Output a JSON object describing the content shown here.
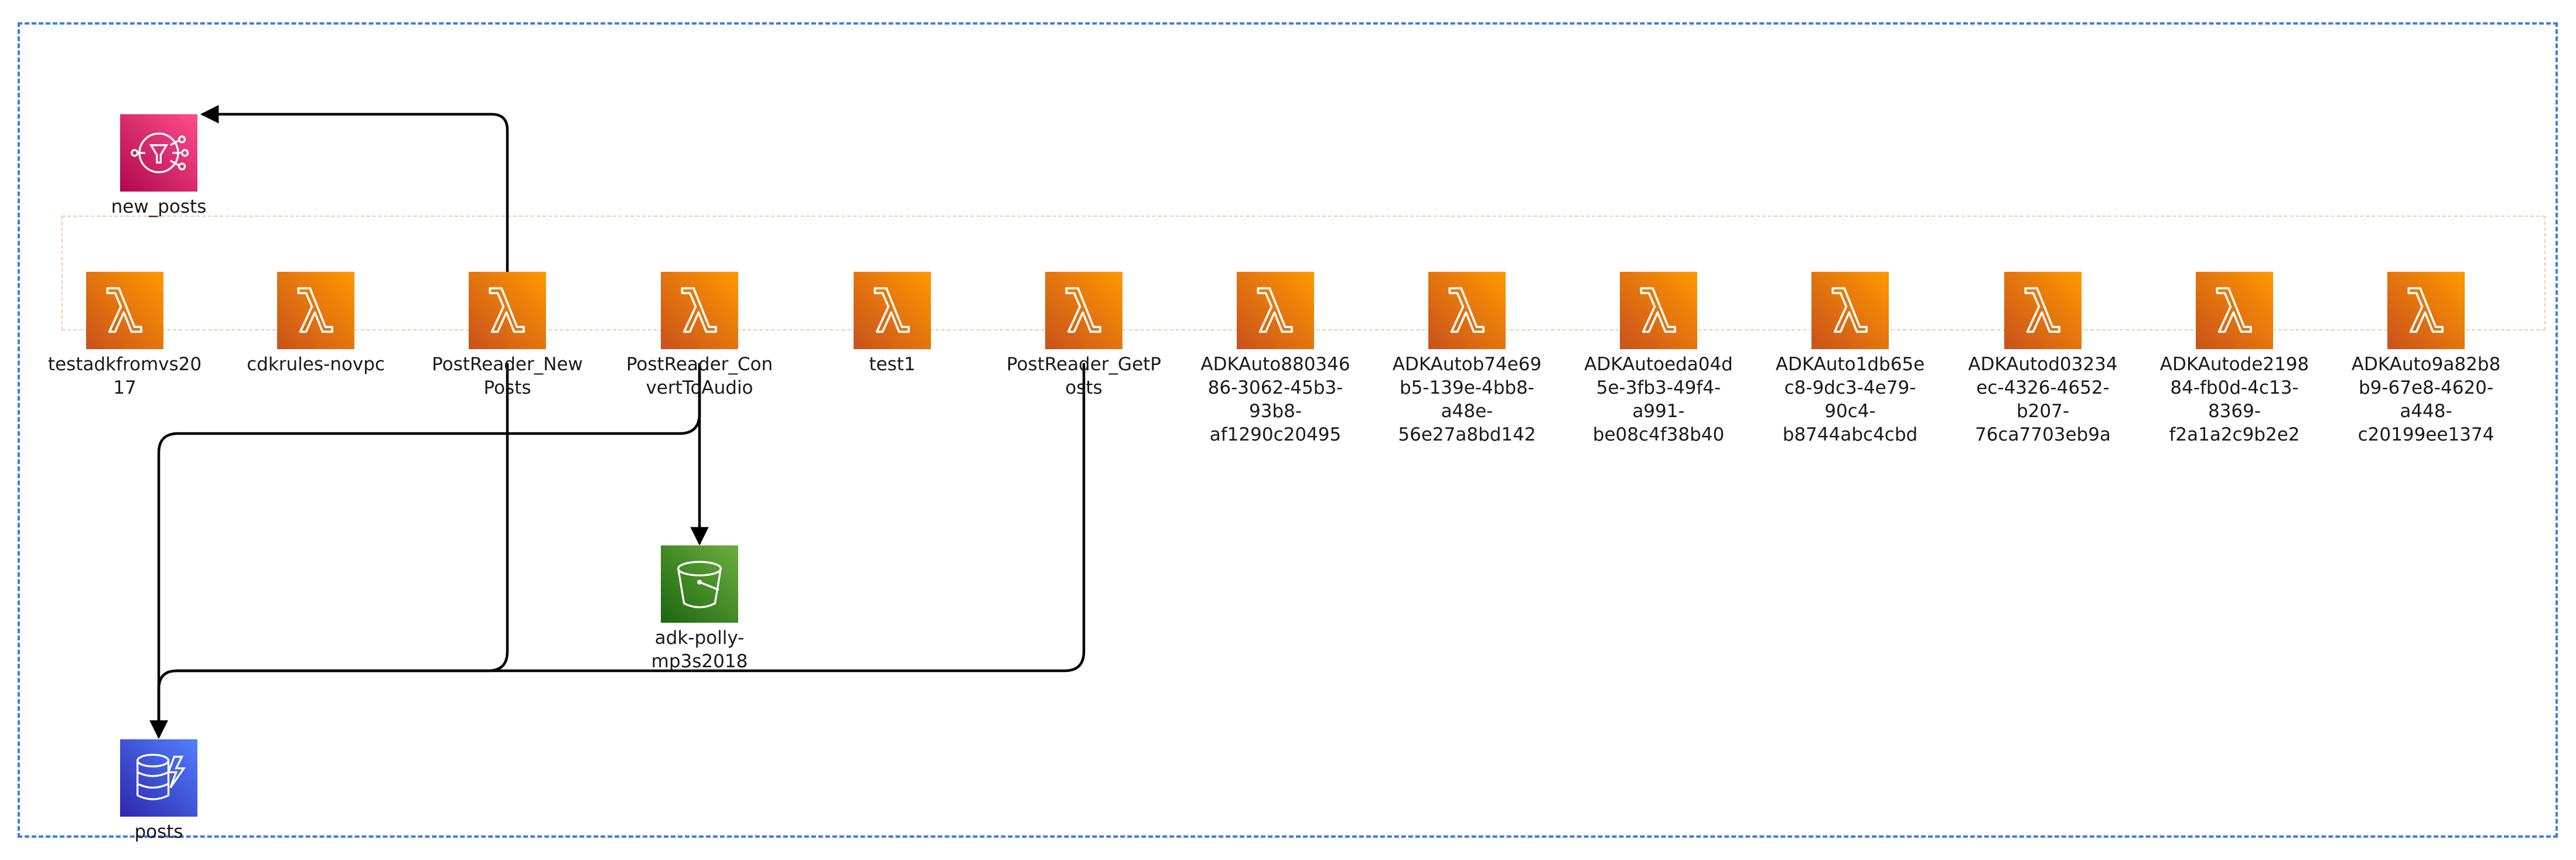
{
  "diagram": {
    "nodes": [
      {
        "id": "new_posts",
        "type": "sns",
        "label": "new_posts",
        "icon": "sns-topic-icon",
        "color": "#e7157b"
      },
      {
        "id": "testadkfromvs2017",
        "type": "lambda",
        "label": "testadkfromvs20\n17",
        "icon": "lambda-icon",
        "color": "#f58536"
      },
      {
        "id": "cdkrules-novpc",
        "type": "lambda",
        "label": "cdkrules-novpc",
        "icon": "lambda-icon",
        "color": "#f58536"
      },
      {
        "id": "PostReader_NewPosts",
        "type": "lambda",
        "label": "PostReader_New\nPosts",
        "icon": "lambda-icon",
        "color": "#f58536"
      },
      {
        "id": "PostReader_ConvertToAudio",
        "type": "lambda",
        "label": "PostReader_Con\nvertToAudio",
        "icon": "lambda-icon",
        "color": "#f58536"
      },
      {
        "id": "test1",
        "type": "lambda",
        "label": "test1",
        "icon": "lambda-icon",
        "color": "#f58536"
      },
      {
        "id": "PostReader_GetPosts",
        "type": "lambda",
        "label": "PostReader_GetP\nosts",
        "icon": "lambda-icon",
        "color": "#f58536"
      },
      {
        "id": "adk1",
        "type": "lambda",
        "label": "ADKAuto880346\n86-3062-45b3-\n93b8-\naf1290c20495",
        "icon": "lambda-icon",
        "color": "#f58536"
      },
      {
        "id": "adk2",
        "type": "lambda",
        "label": "ADKAutob74e69\nb5-139e-4bb8-\na48e-\n56e27a8bd142",
        "icon": "lambda-icon",
        "color": "#f58536"
      },
      {
        "id": "adk3",
        "type": "lambda",
        "label": "ADKAutoeda04d\n5e-3fb3-49f4-\na991-\nbe08c4f38b40",
        "icon": "lambda-icon",
        "color": "#f58536"
      },
      {
        "id": "adk4",
        "type": "lambda",
        "label": "ADKAuto1db65e\nc8-9dc3-4e79-\n90c4-\nb8744abc4cbd",
        "icon": "lambda-icon",
        "color": "#f58536"
      },
      {
        "id": "adk5",
        "type": "lambda",
        "label": "ADKAutod03234\nec-4326-4652-\nb207-\n76ca7703eb9a",
        "icon": "lambda-icon",
        "color": "#f58536"
      },
      {
        "id": "adk6",
        "type": "lambda",
        "label": "ADKAutode2198\n84-fb0d-4c13-\n8369-\nf2a1a2c9b2e2",
        "icon": "lambda-icon",
        "color": "#f58536"
      },
      {
        "id": "adk7",
        "type": "lambda",
        "label": "ADKAuto9a82b8\nb9-67e8-4620-\na448-\nc20199ee1374",
        "icon": "lambda-icon",
        "color": "#f58536"
      },
      {
        "id": "adk-polly-mp3s2018",
        "type": "s3",
        "label": "adk-polly-\nmp3s2018",
        "icon": "s3-bucket-icon",
        "color": "#3f8624"
      },
      {
        "id": "posts",
        "type": "dynamodb",
        "label": "posts",
        "icon": "dynamodb-table-icon",
        "color": "#3b48cc"
      }
    ],
    "edges": [
      {
        "from": "PostReader_NewPosts",
        "to": "new_posts"
      },
      {
        "from": "PostReader_NewPosts",
        "to": "posts"
      },
      {
        "from": "PostReader_ConvertToAudio",
        "to": "posts"
      },
      {
        "from": "PostReader_ConvertToAudio",
        "to": "adk-polly-mp3s2018"
      },
      {
        "from": "PostReader_GetPosts",
        "to": "posts"
      }
    ]
  }
}
